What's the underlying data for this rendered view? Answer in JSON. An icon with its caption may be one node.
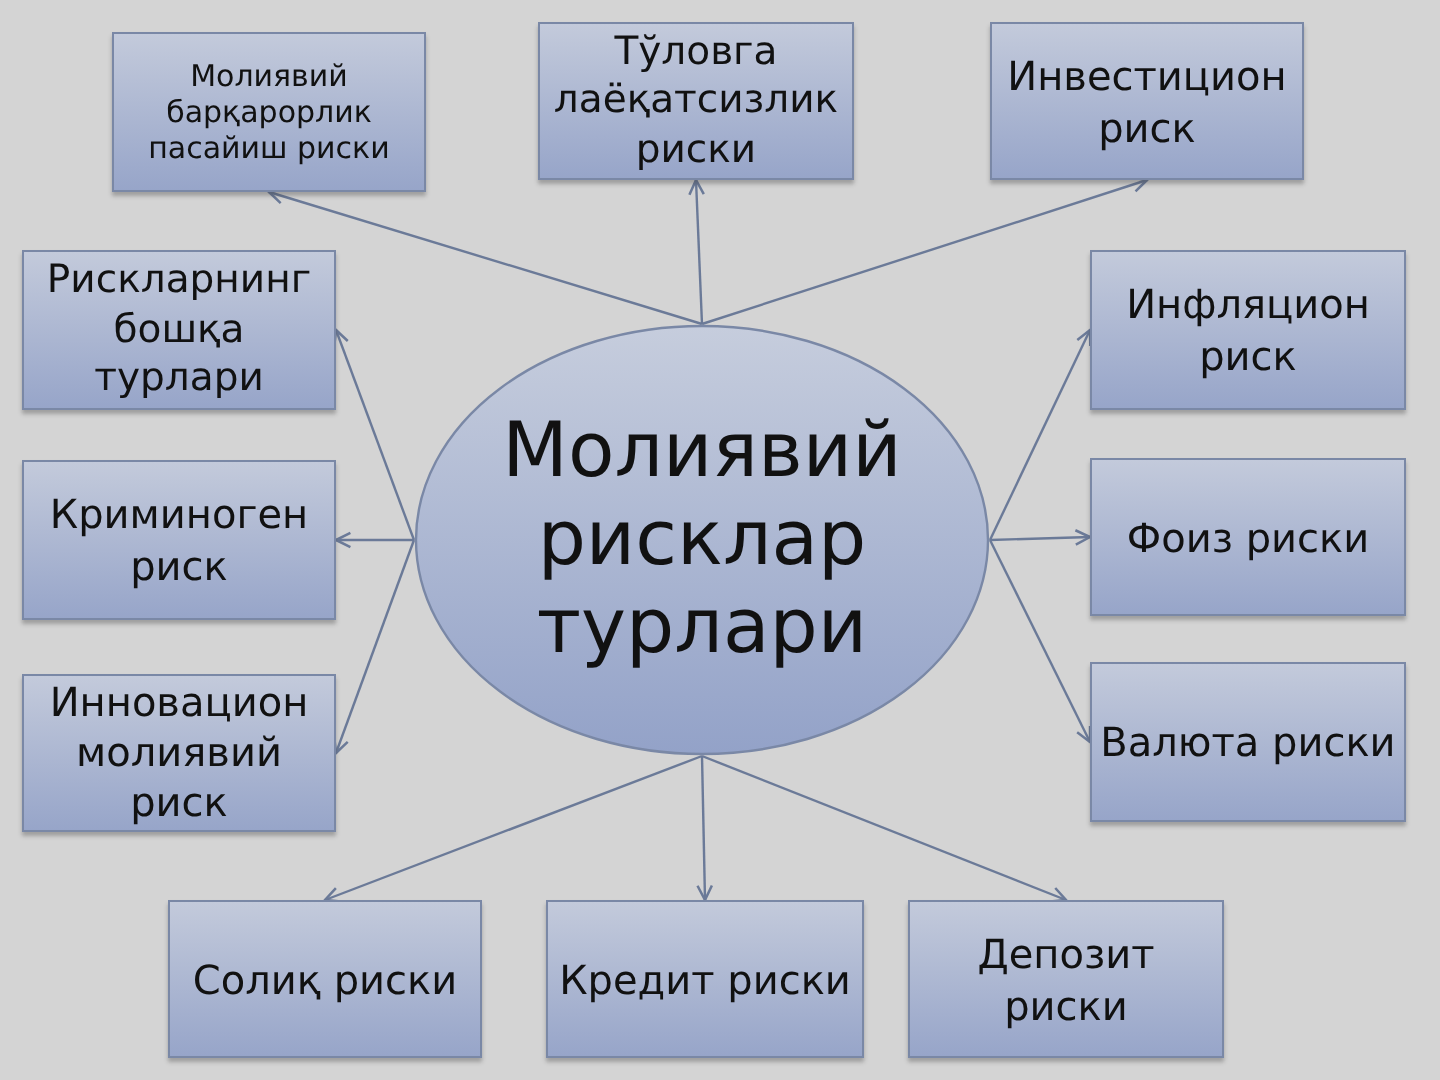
{
  "diagram": {
    "nodes": [
      {
        "text": [
          "Молиявий барқарорлик пасайиш риски"
        ]
      },
      {
        "text": [
          "Тўловга лаёқатсизлик риски"
        ]
      },
      {
        "text": [
          "Инвестицион риск"
        ]
      },
      {
        "text": [
          "Рискларнинг бошқа турлари"
        ]
      },
      {
        "text": [
          "Молиявий рисклар турлари"
        ]
      },
      {
        "text": [
          "Инфляцион риск"
        ]
      },
      {
        "text": [
          "Криминоген риск"
        ]
      },
      {
        "text": [
          "Фоиз риски"
        ]
      },
      {
        "text": [
          "Инновацион молиявий риск"
        ]
      },
      {
        "text": [
          "Валюта риски"
        ]
      },
      {
        "text": [
          "Солиқ риски"
        ]
      },
      {
        "text": [
          "Кредит риски"
        ]
      },
      {
        "text": [
          "Депозит риски"
        ]
      }
    ],
    "edges": [
      {
        "from": 4,
        "to": 0,
        "arrow": "to"
      },
      {
        "from": 4,
        "to": 1,
        "arrow": "to"
      },
      {
        "from": 4,
        "to": 2,
        "arrow": "to"
      },
      {
        "from": 4,
        "to": 3,
        "arrow": "to"
      },
      {
        "from": 4,
        "to": 5,
        "arrow": "to"
      },
      {
        "from": 4,
        "to": 6,
        "arrow": "to"
      },
      {
        "from": 4,
        "to": 7,
        "arrow": "to"
      },
      {
        "from": 4,
        "to": 8,
        "arrow": "to"
      },
      {
        "from": 4,
        "to": 9,
        "arrow": "to"
      },
      {
        "from": 4,
        "to": 10,
        "arrow": "to"
      },
      {
        "from": 4,
        "to": 11,
        "arrow": "to"
      },
      {
        "from": 4,
        "to": 12,
        "arrow": "to"
      }
    ]
  }
}
